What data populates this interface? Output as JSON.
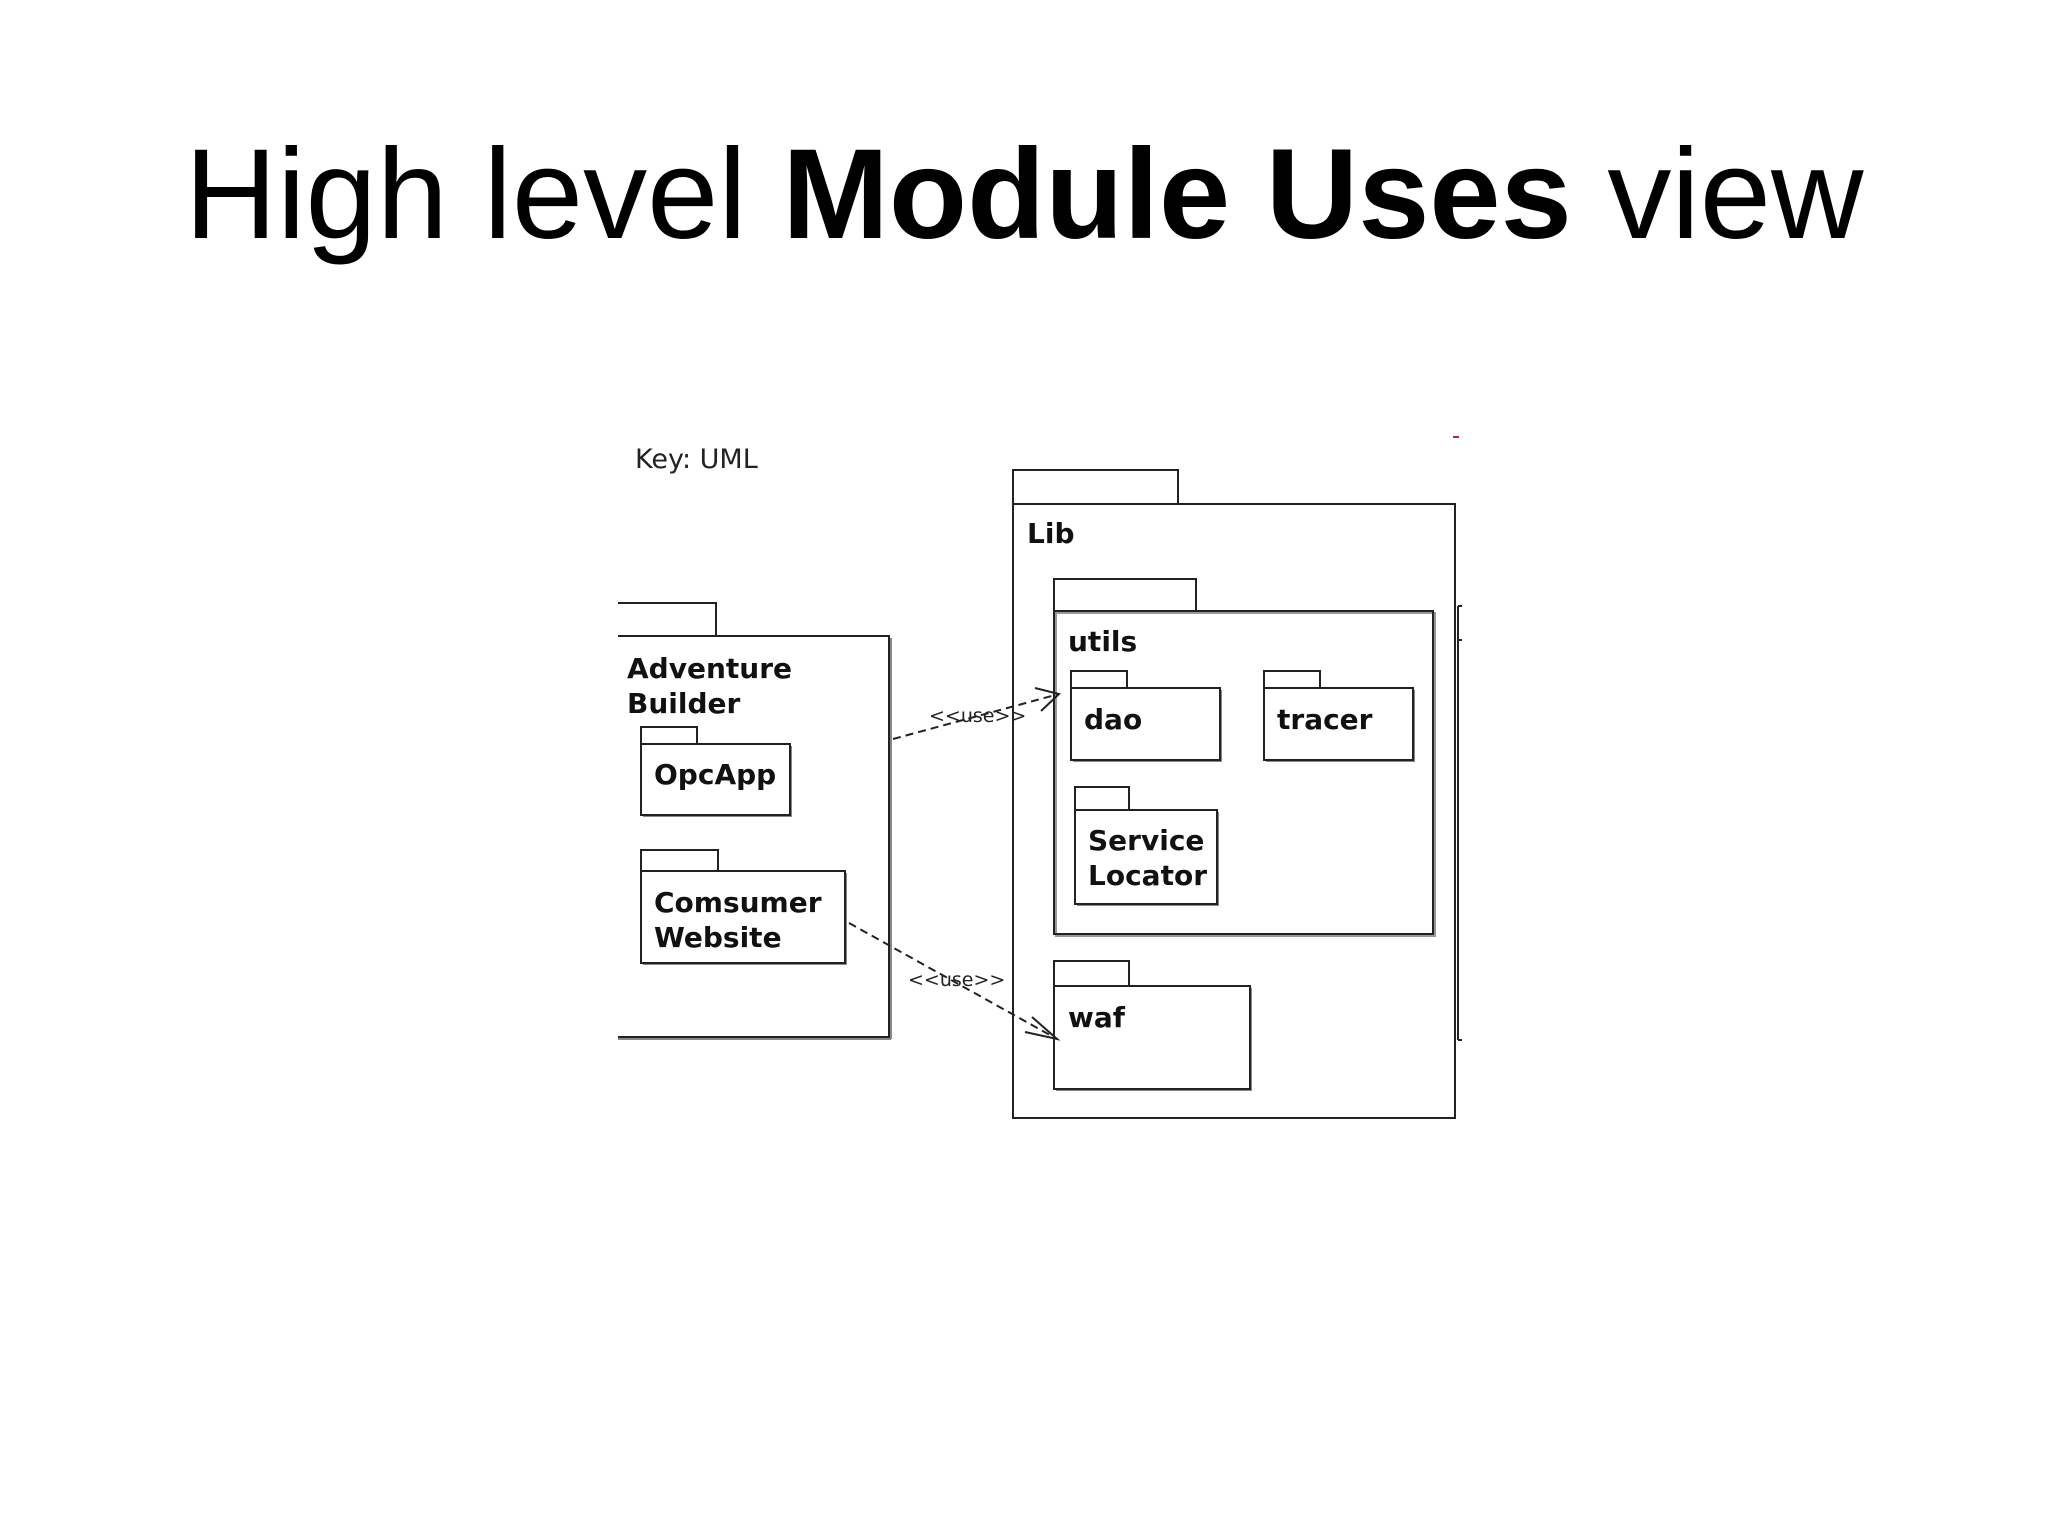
{
  "slide": {
    "title_prefix": "High level ",
    "title_bold": "Module Uses",
    "title_suffix": " view"
  },
  "diagram": {
    "key": "Key: UML",
    "packages": {
      "adventure_builder": {
        "line1": "Adventure",
        "line2": "Builder"
      },
      "opcapp": {
        "label": "OpcApp"
      },
      "consumer_website": {
        "line1": "Comsumer",
        "line2": "Website"
      },
      "lib": {
        "label": "Lib"
      },
      "utils": {
        "label": "utils"
      },
      "dao": {
        "label": "dao"
      },
      "tracer": {
        "label": "tracer"
      },
      "service_locator": {
        "line1": "Service",
        "line2": "Locator"
      },
      "waf": {
        "label": "waf"
      }
    },
    "dependencies": [
      {
        "from": "Adventure Builder",
        "to": "dao",
        "stereotype": "<<use>>"
      },
      {
        "from": "Comsumer Website",
        "to": "waf",
        "stereotype": "<<use>>"
      }
    ]
  }
}
